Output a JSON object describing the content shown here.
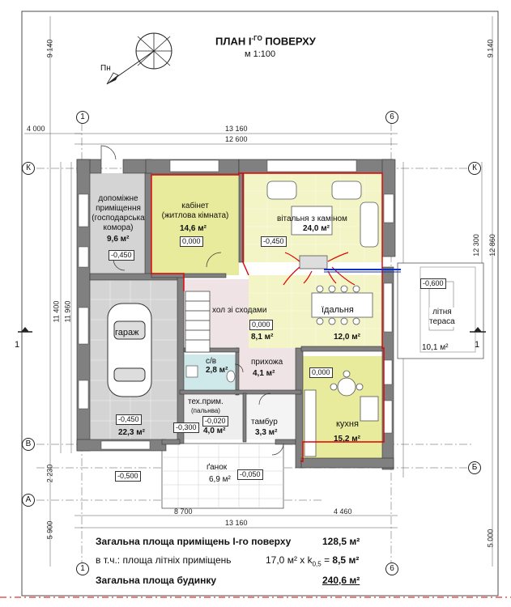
{
  "header": {
    "title_main": "ПЛАН I",
    "title_sup": "-ГО",
    "title_end": " ПОВЕРХУ",
    "scale": "м 1:100",
    "north_label": "Пн"
  },
  "rooms": {
    "aux_name": "допоміжне\nприміщення\n(господарська\nкомора)",
    "aux_area": "9,6 м²",
    "aux_level": "-0,450",
    "office_name": "кабінет\n(житлова кімната)",
    "office_area": "14,6 м²",
    "office_level": "0,000",
    "living_name": "вітальня з каміном",
    "living_area": "24,0 м²",
    "living_level": "-0,450",
    "garage_name": "гараж",
    "garage_area": "22,3 м²",
    "garage_level": "-0,450",
    "hall_name": "хол зі сходами",
    "hall_area": "8,1 м²",
    "hall_level": "0,000",
    "dining_name": "їдальня",
    "dining_area": "12,0 м²",
    "terrace_name": "літня\nтераса",
    "terrace_area": "10,1 м²",
    "terrace_level": "-0,600",
    "wc_name": "с/в",
    "wc_area": "2,8 м²",
    "entry_name": "прихожа",
    "entry_area": "4,1 м²",
    "kitchen_level": "0,000",
    "kitchen_name": "кухня",
    "kitchen_area": "15,2 м²",
    "tech_name": "тех.прим.",
    "tech_sub": "(пальнва)",
    "tech_area": "4,0 м²",
    "tech_level": "-0,020",
    "tech_level2": "-0,300",
    "vest_name": "тамбур",
    "vest_area": "3,3 м²",
    "porch_name": "ґанок",
    "porch_area": "6,9 м²",
    "porch_level": "-0,050",
    "outside_level": "-0,500"
  },
  "axes": {
    "a1_top": "1",
    "a6_top": "6",
    "a1_bot": "1",
    "a6_bot": "6",
    "k_left": "К",
    "k_right": "К",
    "v_left": "В",
    "b_right": "Б",
    "a_left": "А",
    "sec_left": "1",
    "sec_right": "1"
  },
  "dims": {
    "top_total": "13 160",
    "top_inner": "12 600",
    "left_off": "4 000",
    "bottom_total": "13 160",
    "bottom_left": "8 700",
    "bottom_right": "4 460",
    "left_v1": "9 140",
    "right_v1": "9 140",
    "left_v2": "11 400",
    "left_v3": "11 960",
    "left_v4": "2 230",
    "left_v5": "5 900",
    "right_v2": "12 300",
    "right_v3": "12 860",
    "right_v4": "5 000"
  },
  "summary": {
    "line1_label": "Загальна площа приміщень I-го поверху",
    "line1_value": "128,5 м²",
    "line2_label": "в т.ч.: площа літніх приміщень",
    "line2_calc": "17,0 м² x k",
    "line2_sub": "0,5",
    "line2_eq": " = ",
    "line2_value": "8,5 м²",
    "line3_label": "Загальна площа будинку",
    "line3_value": "240,6 м²"
  },
  "colors": {
    "wall": "#808080",
    "yellow": "#e8eb9c",
    "yellow_light": "#f3f5c6",
    "garage_gray": "#d4d4d4",
    "pink": "#efe3e6",
    "wc_teal": "#cfe9ea",
    "red": "#e00000",
    "blue": "#1030c0"
  }
}
